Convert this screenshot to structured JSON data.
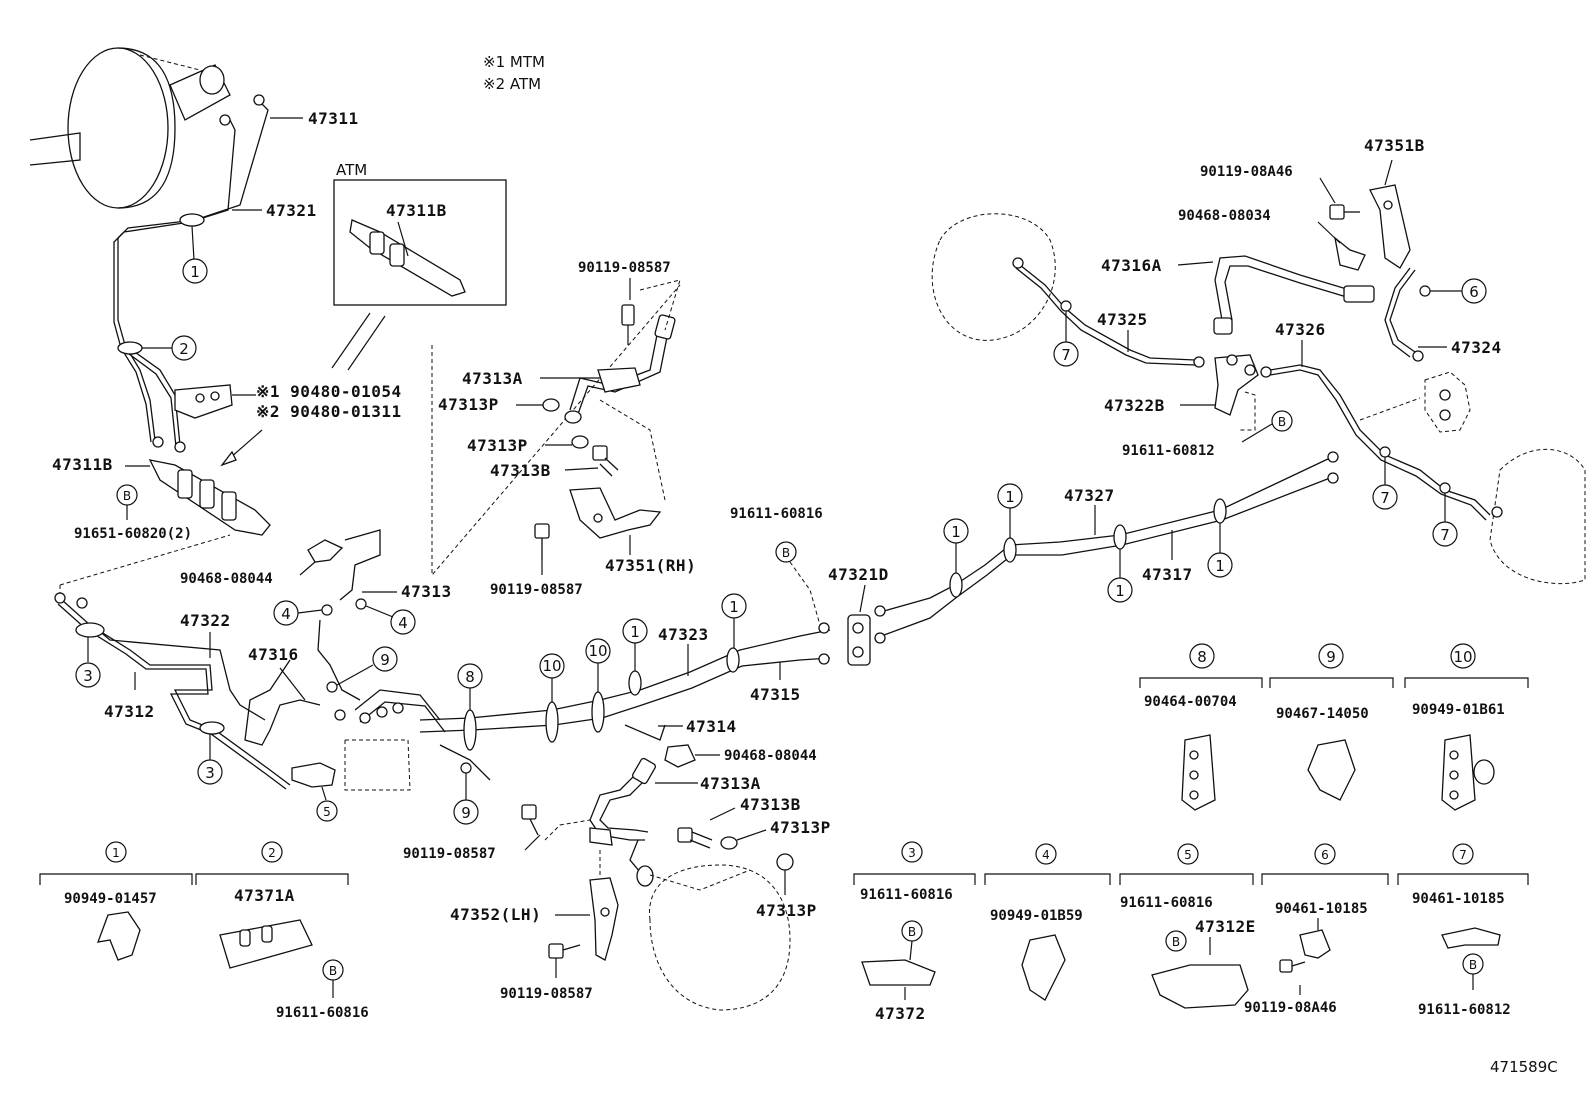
{
  "notes": [
    "※1  MTM",
    "※2  ATM"
  ],
  "atm_box": {
    "title": "ATM",
    "part": "47311B"
  },
  "diagram_id": "471589C",
  "callouts": [
    {
      "id": "c-47311",
      "text": "47311"
    },
    {
      "id": "c-47321",
      "text": "47321"
    },
    {
      "id": "c-47311b-atm",
      "text": "47311B"
    },
    {
      "id": "c-90480-01054",
      "text": "※1  90480-01054"
    },
    {
      "id": "c-90480-01311",
      "text": "※2  90480-01311"
    },
    {
      "id": "c-47311b",
      "text": "47311B"
    },
    {
      "id": "c-91651-60820",
      "text": "91651-60820(2)"
    },
    {
      "id": "c-90119-08587-a",
      "text": "90119-08587"
    },
    {
      "id": "c-47313a-a",
      "text": "47313A"
    },
    {
      "id": "c-47313p-a",
      "text": "47313P"
    },
    {
      "id": "c-47313p-b",
      "text": "47313P"
    },
    {
      "id": "c-47313b-a",
      "text": "47313B"
    },
    {
      "id": "c-90119-08587-b",
      "text": "90119-08587"
    },
    {
      "id": "c-47351-rh",
      "text": "47351(RH)"
    },
    {
      "id": "c-90468-08044-a",
      "text": "90468-08044"
    },
    {
      "id": "c-47313",
      "text": "47313"
    },
    {
      "id": "c-47322",
      "text": "47322"
    },
    {
      "id": "c-47316",
      "text": "47316"
    },
    {
      "id": "c-47312",
      "text": "47312"
    },
    {
      "id": "c-91611-60816-a",
      "text": "91611-60816"
    },
    {
      "id": "c-47321d",
      "text": "47321D"
    },
    {
      "id": "c-47323",
      "text": "47323"
    },
    {
      "id": "c-47315",
      "text": "47315"
    },
    {
      "id": "c-47314",
      "text": "47314"
    },
    {
      "id": "c-90468-08044-b",
      "text": "90468-08044"
    },
    {
      "id": "c-47313a-b",
      "text": "47313A"
    },
    {
      "id": "c-47313b-b",
      "text": "47313B"
    },
    {
      "id": "c-47313p-c",
      "text": "47313P"
    },
    {
      "id": "c-90119-08587-c",
      "text": "90119-08587"
    },
    {
      "id": "c-47313p-d",
      "text": "47313P"
    },
    {
      "id": "c-47352-lh",
      "text": "47352(LH)"
    },
    {
      "id": "c-90119-08587-d",
      "text": "90119-08587"
    },
    {
      "id": "c-47327",
      "text": "47327"
    },
    {
      "id": "c-47317",
      "text": "47317"
    },
    {
      "id": "c-47351b",
      "text": "47351B"
    },
    {
      "id": "c-90119-08a46-a",
      "text": "90119-08A46"
    },
    {
      "id": "c-90468-08034",
      "text": "90468-08034"
    },
    {
      "id": "c-47316a",
      "text": "47316A"
    },
    {
      "id": "c-47325",
      "text": "47325"
    },
    {
      "id": "c-47326",
      "text": "47326"
    },
    {
      "id": "c-47324",
      "text": "47324"
    },
    {
      "id": "c-47322b",
      "text": "47322B"
    },
    {
      "id": "c-91611-60812-a",
      "text": "91611-60812"
    }
  ],
  "legend": [
    {
      "num": "1",
      "parts": [
        "90949-01457"
      ]
    },
    {
      "num": "2",
      "parts": [
        "47371A",
        "91611-60816"
      ]
    },
    {
      "num": "3",
      "parts": [
        "91611-60816",
        "47372"
      ]
    },
    {
      "num": "4",
      "parts": [
        "90949-01B59"
      ]
    },
    {
      "num": "5",
      "parts": [
        "91611-60816",
        "47312E"
      ]
    },
    {
      "num": "6",
      "parts": [
        "90461-10185",
        "90119-08A46"
      ]
    },
    {
      "num": "7",
      "parts": [
        "90461-10185",
        "91611-60812"
      ]
    },
    {
      "num": "8",
      "parts": [
        "90464-00704"
      ]
    },
    {
      "num": "9",
      "parts": [
        "90467-14050"
      ]
    },
    {
      "num": "10",
      "parts": [
        "90949-01B61"
      ]
    }
  ],
  "markers": {
    "one": "1",
    "two": "2",
    "three": "3",
    "four": "4",
    "five": "5",
    "six": "6",
    "seven": "7",
    "eight": "8",
    "nine": "9",
    "ten": "10",
    "b": "B"
  }
}
